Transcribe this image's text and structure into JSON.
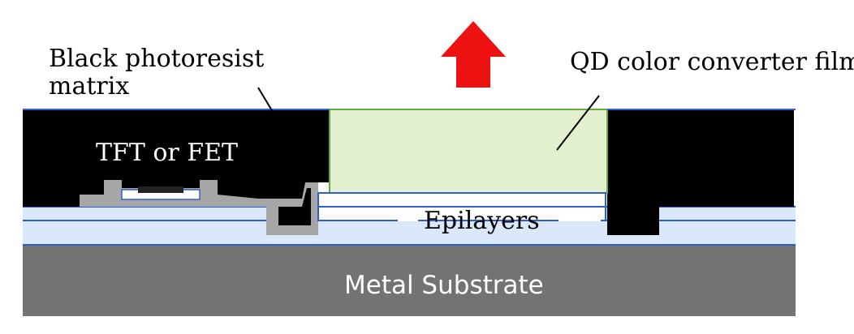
{
  "labels": {
    "black_matrix": [
      "Black photoresist",
      "matrix"
    ],
    "qd_film": "QD color converter film",
    "tft": "TFT or FET",
    "epilayers": "Epilayers",
    "substrate": "Metal Substrate"
  },
  "colors": {
    "black_matrix": "#000000",
    "qd_film_fill": "#e3f0d0",
    "qd_film_border": "#6aaa40",
    "layer_border": "#2e5fd0",
    "epilayer_fill": "#dbe7fb",
    "gray_layer": "#a6a6a6",
    "substrate": "#737373",
    "arrow": "#ee1111",
    "substrate_text": "#ffffff",
    "tft_text": "#ffffff"
  },
  "icons": {
    "emission_arrow": "arrow-up-icon"
  }
}
